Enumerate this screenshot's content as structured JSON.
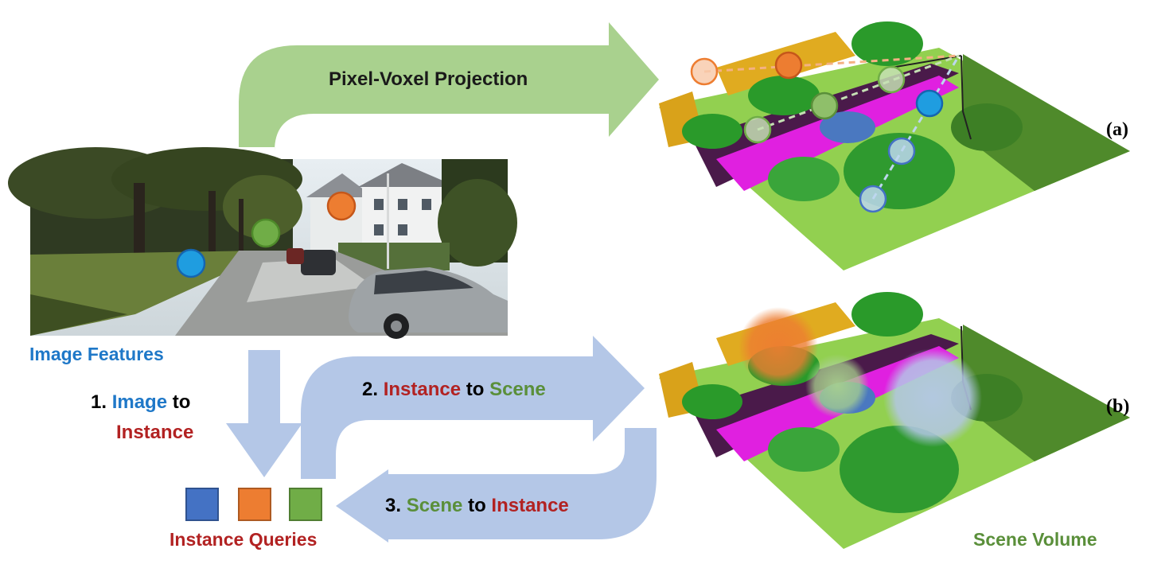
{
  "labels": {
    "projection": "Pixel-Voxel Projection",
    "image_features": "Image Features",
    "step1_num": "1.",
    "step1_a": "Image",
    "step1_b": "to",
    "step1_c": "Instance",
    "step2_num": "2.",
    "step2_a": "Instance",
    "step2_b": "to",
    "step2_c": "Scene",
    "step3_num": "3.",
    "step3_a": "Scene",
    "step3_b": "to",
    "step3_c": "Instance",
    "instance_queries": "Instance Queries",
    "scene_volume": "Scene Volume",
    "panel_a": "(a)",
    "panel_b": "(b)"
  },
  "colors": {
    "image_blue": "#1f78c8",
    "instance_red": "#b22222",
    "scene_green": "#5a8f3a",
    "query_blue": "#4472c4",
    "query_orange": "#ed7d31",
    "query_green": "#70ad47",
    "arrow_green": "#a9d18e",
    "arrow_blue": "#b4c7e7"
  },
  "instance_queries": [
    {
      "name": "blue",
      "color": "#4472c4"
    },
    {
      "name": "orange",
      "color": "#ed7d31"
    },
    {
      "name": "green",
      "color": "#70ad47"
    }
  ]
}
